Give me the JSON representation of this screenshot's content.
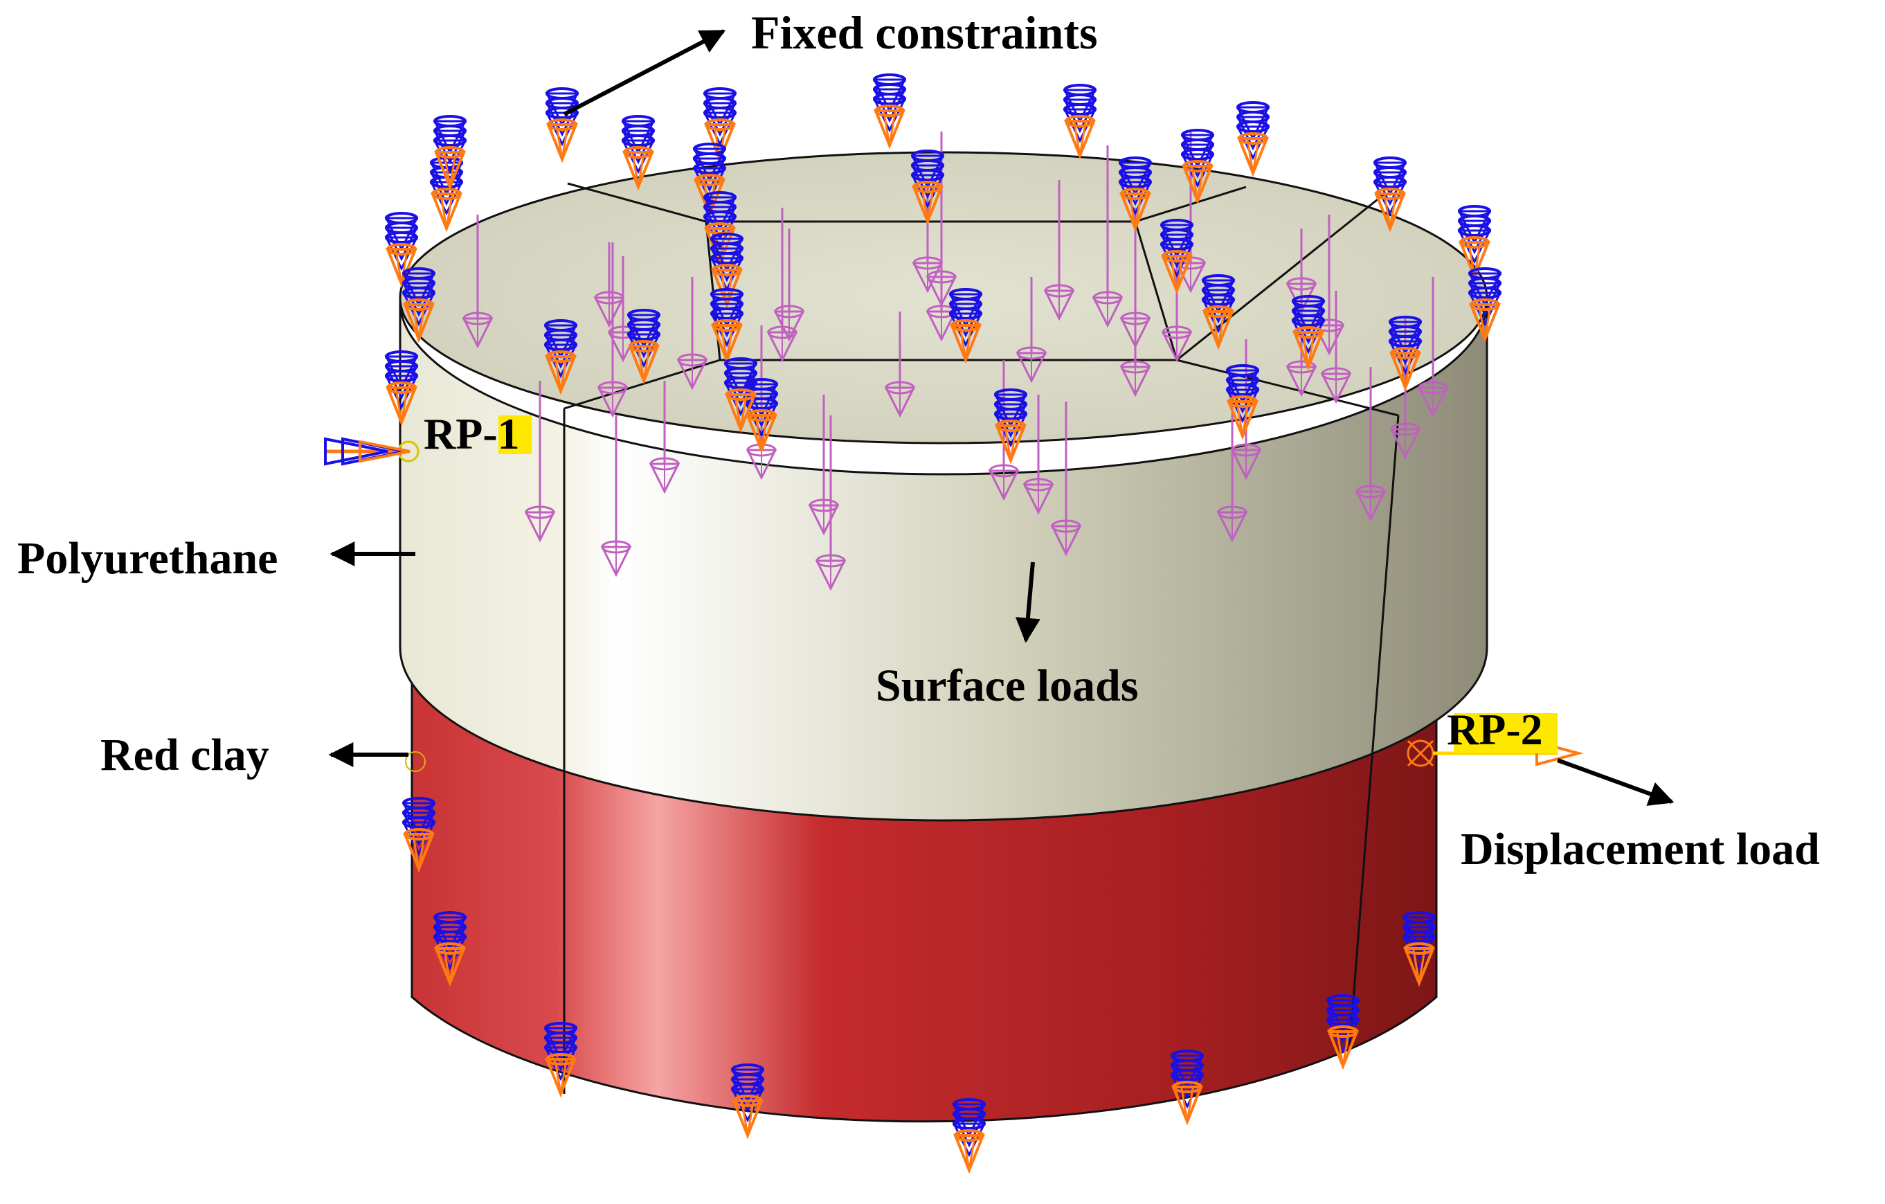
{
  "labels": {
    "fixed_constraints": "Fixed constraints",
    "surface_loads": "Surface loads",
    "polyurethane": "Polyurethane",
    "red_clay": "Red clay",
    "displacement_load": "Displacement load",
    "rp1": "RP-1",
    "rp2": "RP-2"
  },
  "colors": {
    "polyurethane_light": "#ffffff",
    "polyurethane_mid": "#d4d3bd",
    "polyurethane_dark": "#8e8c78",
    "polyurethane_top": "#dcdccb",
    "red_clay_light": "#f4a0a0",
    "red_clay_mid": "#c92f30",
    "red_clay_dark": "#7f1718",
    "constraint_blue": "#1a10e6",
    "constraint_orange": "#ff7a12",
    "surface_load": "#c060c0",
    "label_yellow": "#ffe800"
  },
  "icons": {
    "fixed_constraint": "double-cone-constraint-icon",
    "surface_load": "arrow-cone-icon",
    "reference_point": "crosshair-circle-icon"
  }
}
